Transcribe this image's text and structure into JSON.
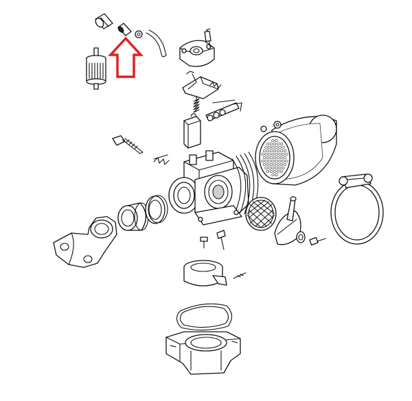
{
  "diagram": {
    "watermark": "",
    "highlight": {
      "target": "fuel-line-fitting",
      "arrow_color": "#e02020"
    },
    "parts": [
      "fuel-filter-cap",
      "fuel-line-fitting",
      "fuel-hose",
      "inline-fuel-filter",
      "carburetor-top-cover",
      "choke-lever-assembly",
      "idle-screw",
      "float-chamber-cover",
      "carburetor-body",
      "air-filter-housing",
      "air-filter-element",
      "hose-clamp",
      "intake-manifold",
      "spacer-tube",
      "gasket-ring",
      "choke-disc",
      "throttle-plate",
      "float-bowl",
      "float-bowl-gasket",
      "carburetor-mounting-flange"
    ]
  }
}
